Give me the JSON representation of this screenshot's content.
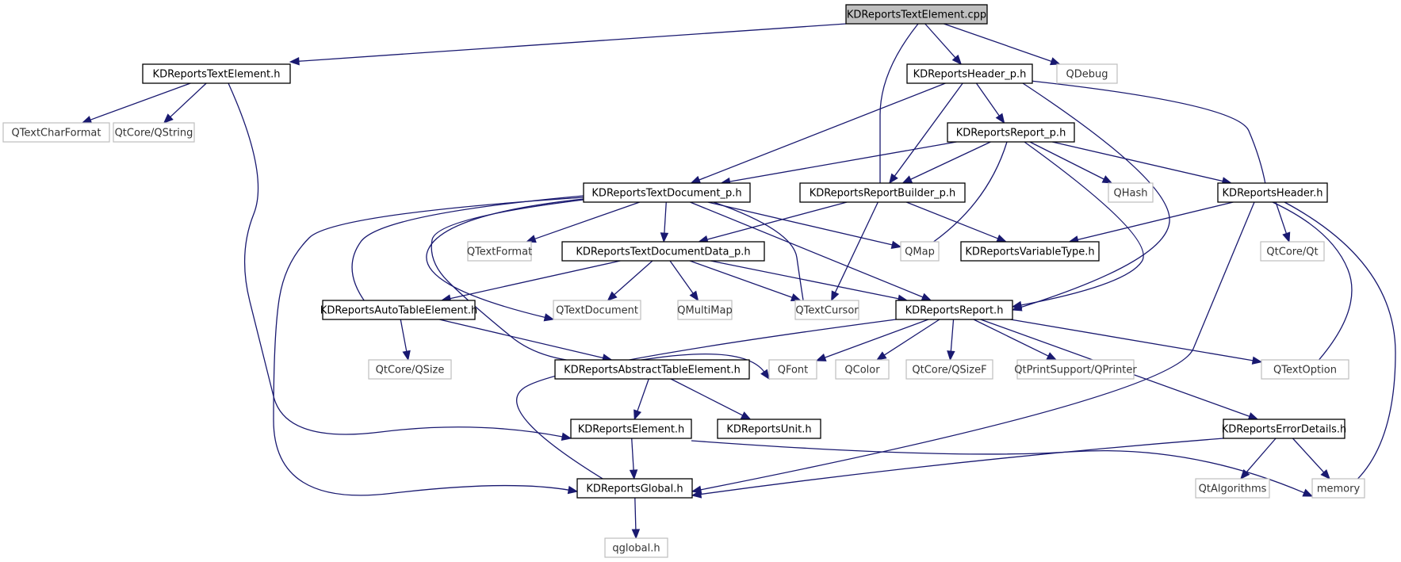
{
  "graph": {
    "title": "KDReportsTextElement.cpp include dependency graph",
    "edge_color": "#191970",
    "nodes": [
      {
        "id": "cpp",
        "label": "KDReportsTextElement.cpp",
        "kind": "root"
      },
      {
        "id": "textel_h",
        "label": "KDReportsTextElement.h",
        "kind": "internal"
      },
      {
        "id": "qtextcharformat",
        "label": "QTextCharFormat",
        "kind": "external"
      },
      {
        "id": "qstring",
        "label": "QtCore/QString",
        "kind": "external"
      },
      {
        "id": "header_p",
        "label": "KDReportsHeader_p.h",
        "kind": "internal"
      },
      {
        "id": "qdebug",
        "label": "QDebug",
        "kind": "external"
      },
      {
        "id": "report_p",
        "label": "KDReportsReport_p.h",
        "kind": "internal"
      },
      {
        "id": "textdoc_p",
        "label": "KDReportsTextDocument_p.h",
        "kind": "internal"
      },
      {
        "id": "builder_p",
        "label": "KDReportsReportBuilder_p.h",
        "kind": "internal"
      },
      {
        "id": "qhash",
        "label": "QHash",
        "kind": "external"
      },
      {
        "id": "header_h",
        "label": "KDReportsHeader.h",
        "kind": "internal"
      },
      {
        "id": "qtextformat",
        "label": "QTextFormat",
        "kind": "external"
      },
      {
        "id": "textdocdata_p",
        "label": "KDReportsTextDocumentData_p.h",
        "kind": "internal"
      },
      {
        "id": "qmap",
        "label": "QMap",
        "kind": "external"
      },
      {
        "id": "vartype",
        "label": "KDReportsVariableType.h",
        "kind": "internal"
      },
      {
        "id": "qtcore_qt",
        "label": "QtCore/Qt",
        "kind": "external"
      },
      {
        "id": "autotable",
        "label": "KDReportsAutoTableElement.h",
        "kind": "internal"
      },
      {
        "id": "qtextdocument",
        "label": "QTextDocument",
        "kind": "external"
      },
      {
        "id": "qmultimap",
        "label": "QMultiMap",
        "kind": "external"
      },
      {
        "id": "qtextcursor",
        "label": "QTextCursor",
        "kind": "external"
      },
      {
        "id": "report_h",
        "label": "KDReportsReport.h",
        "kind": "internal"
      },
      {
        "id": "qsize",
        "label": "QtCore/QSize",
        "kind": "external"
      },
      {
        "id": "abstracttable",
        "label": "KDReportsAbstractTableElement.h",
        "kind": "internal"
      },
      {
        "id": "qfont",
        "label": "QFont",
        "kind": "external"
      },
      {
        "id": "qcolor",
        "label": "QColor",
        "kind": "external"
      },
      {
        "id": "qsizef",
        "label": "QtCore/QSizeF",
        "kind": "external"
      },
      {
        "id": "qprinter",
        "label": "QtPrintSupport/QPrinter",
        "kind": "external"
      },
      {
        "id": "qtextoption",
        "label": "QTextOption",
        "kind": "external"
      },
      {
        "id": "element_h",
        "label": "KDReportsElement.h",
        "kind": "internal"
      },
      {
        "id": "unit_h",
        "label": "KDReportsUnit.h",
        "kind": "internal"
      },
      {
        "id": "errordetails",
        "label": "KDReportsErrorDetails.h",
        "kind": "internal"
      },
      {
        "id": "global_h",
        "label": "KDReportsGlobal.h",
        "kind": "internal"
      },
      {
        "id": "qtalgorithms",
        "label": "QtAlgorithms",
        "kind": "external"
      },
      {
        "id": "memory",
        "label": "memory",
        "kind": "external"
      },
      {
        "id": "qglobal",
        "label": "qglobal.h",
        "kind": "external"
      }
    ],
    "edges": [
      [
        "cpp",
        "textel_h"
      ],
      [
        "cpp",
        "header_p"
      ],
      [
        "cpp",
        "qdebug"
      ],
      [
        "cpp",
        "builder_p"
      ],
      [
        "textel_h",
        "qtextcharformat"
      ],
      [
        "textel_h",
        "qstring"
      ],
      [
        "textel_h",
        "element_h"
      ],
      [
        "header_p",
        "textdoc_p"
      ],
      [
        "header_p",
        "builder_p"
      ],
      [
        "header_p",
        "report_p"
      ],
      [
        "header_p",
        "header_h"
      ],
      [
        "header_p",
        "report_h"
      ],
      [
        "report_p",
        "textdoc_p"
      ],
      [
        "report_p",
        "builder_p"
      ],
      [
        "report_p",
        "qmap"
      ],
      [
        "report_p",
        "qhash"
      ],
      [
        "report_p",
        "header_h"
      ],
      [
        "report_p",
        "report_h"
      ],
      [
        "textdoc_p",
        "autotable"
      ],
      [
        "textdoc_p",
        "global_h"
      ],
      [
        "textdoc_p",
        "qtextformat"
      ],
      [
        "textdoc_p",
        "textdocdata_p"
      ],
      [
        "textdoc_p",
        "qtextdocument"
      ],
      [
        "textdoc_p",
        "qfont"
      ],
      [
        "textdoc_p",
        "qtextcursor"
      ],
      [
        "textdoc_p",
        "report_h"
      ],
      [
        "textdoc_p",
        "qmap"
      ],
      [
        "builder_p",
        "textdocdata_p"
      ],
      [
        "builder_p",
        "qtextcursor"
      ],
      [
        "builder_p",
        "vartype"
      ],
      [
        "header_h",
        "vartype"
      ],
      [
        "header_h",
        "qtcore_qt"
      ],
      [
        "header_h",
        "qtextoption"
      ],
      [
        "header_h",
        "memory"
      ],
      [
        "header_h",
        "global_h"
      ],
      [
        "textdocdata_p",
        "autotable"
      ],
      [
        "textdocdata_p",
        "qtextdocument"
      ],
      [
        "textdocdata_p",
        "qmultimap"
      ],
      [
        "textdocdata_p",
        "qtextcursor"
      ],
      [
        "textdocdata_p",
        "report_h"
      ],
      [
        "autotable",
        "qsize"
      ],
      [
        "autotable",
        "abstracttable"
      ],
      [
        "report_h",
        "global_h"
      ],
      [
        "report_h",
        "qfont"
      ],
      [
        "report_h",
        "qcolor"
      ],
      [
        "report_h",
        "qsizef"
      ],
      [
        "report_h",
        "qprinter"
      ],
      [
        "report_h",
        "qtextoption"
      ],
      [
        "report_h",
        "errordetails"
      ],
      [
        "abstracttable",
        "element_h"
      ],
      [
        "abstracttable",
        "unit_h"
      ],
      [
        "element_h",
        "global_h"
      ],
      [
        "element_h",
        "memory"
      ],
      [
        "errordetails",
        "global_h"
      ],
      [
        "errordetails",
        "qtalgorithms"
      ],
      [
        "errordetails",
        "memory"
      ],
      [
        "global_h",
        "qglobal"
      ]
    ]
  }
}
